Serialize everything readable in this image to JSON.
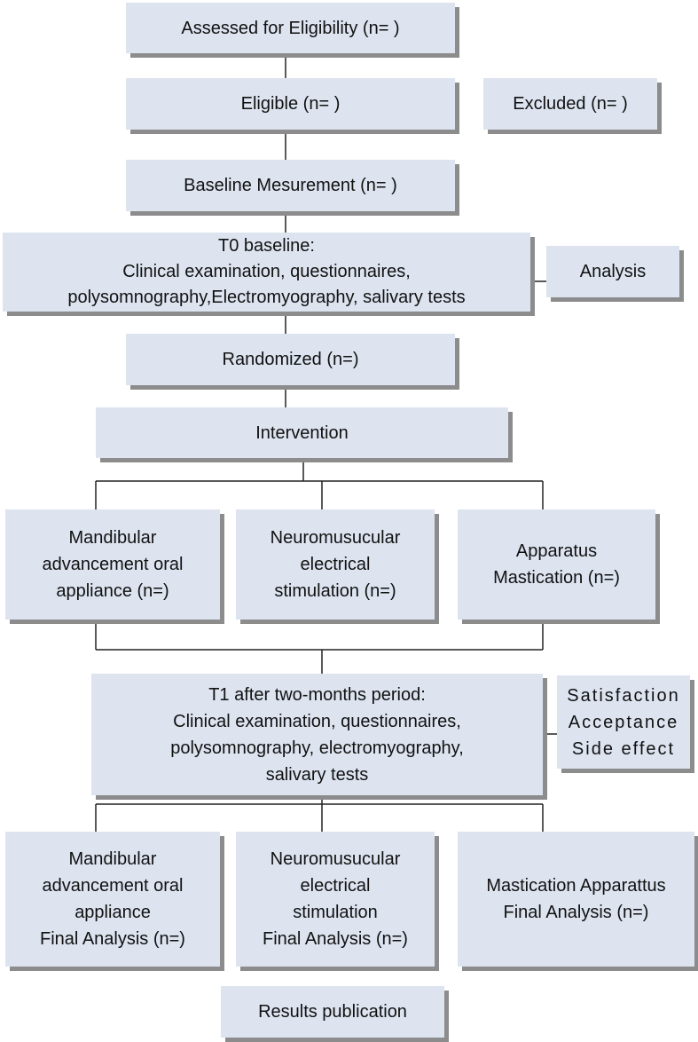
{
  "nodes": {
    "assessed": {
      "label": "Assessed for Eligibility (n= )"
    },
    "eligible": {
      "label": "Eligible (n=  )"
    },
    "excluded": {
      "label": "Excluded (n= )"
    },
    "baseline_measurement": {
      "label": "Baseline Mesurement (n= )"
    },
    "t0": {
      "lines": [
        "T0  baseline:",
        "Clinical examination, questionnaires,",
        "polysomnography,Electromyography, salivary tests"
      ]
    },
    "analysis": {
      "label": "Analysis"
    },
    "randomized": {
      "label": "Randomized (n=)"
    },
    "intervention": {
      "label": "Intervention"
    },
    "arm_mandibular": {
      "lines": [
        "Mandibular",
        "advancement oral",
        "appliance (n=)"
      ]
    },
    "arm_neuromuscular": {
      "lines": [
        "Neuromusucular",
        "electrical",
        "stimulation (n=)"
      ]
    },
    "arm_apparatus": {
      "lines": [
        "Apparatus",
        "Mastication  (n=)"
      ]
    },
    "t1": {
      "lines": [
        "T1 after two-months period:",
        "Clinical examination, questionnaires,",
        "polysomnography, electromyography,",
        "salivary tests"
      ]
    },
    "t1_side": {
      "lines": [
        "Satisfaction",
        "Acceptance",
        "Side  effect"
      ]
    },
    "final_mandibular": {
      "lines": [
        "Mandibular",
        "advancement oral",
        "appliance",
        "Final Analysis (n=)"
      ]
    },
    "final_neuromuscular": {
      "lines": [
        "Neuromusucular",
        "electrical",
        "stimulation",
        "Final Analysis (n=)"
      ]
    },
    "final_mastication": {
      "lines": [
        "Mastication Apparattus",
        "Final Analysis (n=)"
      ]
    },
    "results": {
      "label": "Results publication"
    }
  },
  "colors": {
    "box_fill": "#dde4f0",
    "box_shadow": "#8c8c8c",
    "connector": "#222222",
    "text": "#111111"
  }
}
